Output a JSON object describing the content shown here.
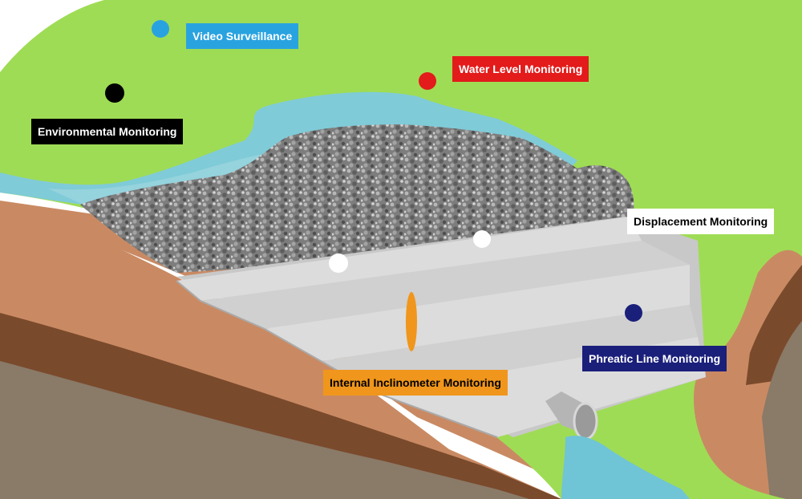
{
  "labels": {
    "video_surveillance": "Video Surveillance",
    "water_level": "Water Level Monitoring",
    "environmental": "Environmental Monitoring",
    "displacement": "Displacement Monitoring",
    "phreatic_line": "Phreatic Line Monitoring",
    "internal_inclinometer": "Internal Inclinometer Monitoring"
  },
  "colors": {
    "grass": "#9fdc55",
    "water": "#7fcbd8",
    "soil_top": "#c98a63",
    "soil_mid": "#7a4a2c",
    "soil_bottom": "#8a7a68",
    "concrete": "#d4d4d4",
    "gravel": "#8a8a8a",
    "video": "#29a3e0",
    "water_level": "#e31b1b",
    "environmental": "#000000",
    "displacement": "#ffffff",
    "phreatic": "#1a1f7a",
    "inclinometer": "#f0961c"
  }
}
